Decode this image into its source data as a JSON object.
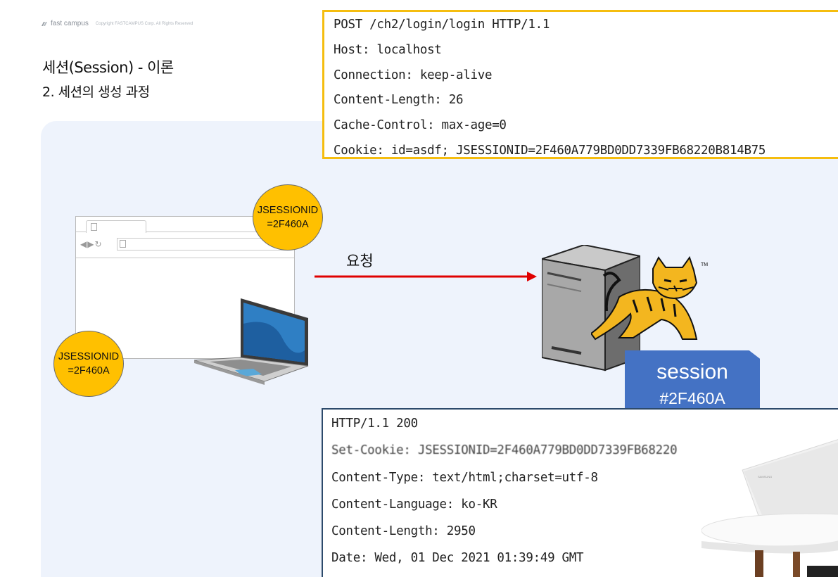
{
  "brand": {
    "logo": "fast campus",
    "copyright": "Copyright FASTCAMPUS Corp. All Rights Reserved"
  },
  "slide": {
    "title": "세션(Session) - 이론",
    "subtitle": "2. 세션의 생성 과정"
  },
  "request_headers": {
    "lines": [
      "POST /ch2/login/login HTTP/1.1",
      "Host: localhost",
      "Connection: keep-alive",
      "Content-Length: 26",
      "Cache-Control: max-age=0",
      "Cookie: id=asdf; JSESSIONID=2F460A779BD0DD7339FB68220B814B75"
    ]
  },
  "response_headers": {
    "lines": [
      "HTTP/1.1 200",
      "Set-Cookie: JSESSIONID=2F460A779BD0DD7339FB68220",
      "Content-Type: text/html;charset=utf-8",
      "Content-Language: ko-KR",
      "Content-Length: 2950",
      "Date: Wed, 01 Dec 2021 01:39:49 GMT"
    ]
  },
  "diagram": {
    "request_label": "요청",
    "badge_top": {
      "line1": "JSESSIONID",
      "line2": "=2F460A"
    },
    "badge_bottom": {
      "line1": "JSESSIONID",
      "line2": "=2F460A"
    },
    "session": {
      "title": "session",
      "id": "#2F460A"
    },
    "arrow_color": "#e00000",
    "badge_color": "#ffc000",
    "session_color": "#4472c4"
  },
  "icons": [
    "fastcampus-logo-icon",
    "browser-window-icon",
    "back-icon",
    "forward-icon",
    "reload-icon",
    "document-icon",
    "laptop-icon",
    "server-icon",
    "tomcat-icon",
    "photo-laptop-table"
  ]
}
